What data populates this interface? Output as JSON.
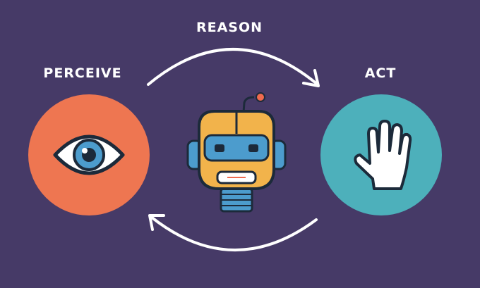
{
  "labels": {
    "reason": "REASON",
    "perceive": "PERCEIVE",
    "act": "ACT"
  },
  "colors": {
    "background": "#463a67",
    "perceive_circle": "#ee7651",
    "act_circle": "#4db0bb",
    "robot_head": "#f2b34b",
    "robot_visor": "#4c9ccd",
    "robot_ears": "#4c9ccd",
    "antenna_tip": "#ef6a4e",
    "arrows": "#ffffff"
  },
  "icons": {
    "perceive": "eye-icon",
    "center": "robot-icon",
    "act": "hand-icon"
  }
}
